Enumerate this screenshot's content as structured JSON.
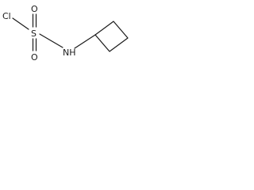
{
  "molecule": {
    "atoms": {
      "chlorine": "Cl",
      "sulfur": "S",
      "oxygen_top": "O",
      "oxygen_bottom": "O",
      "nitrogen_hydrogen": "NH"
    },
    "colors": {
      "bond": "#1a1a1a",
      "text": "#1a1a1a",
      "background": "#ffffff"
    }
  }
}
